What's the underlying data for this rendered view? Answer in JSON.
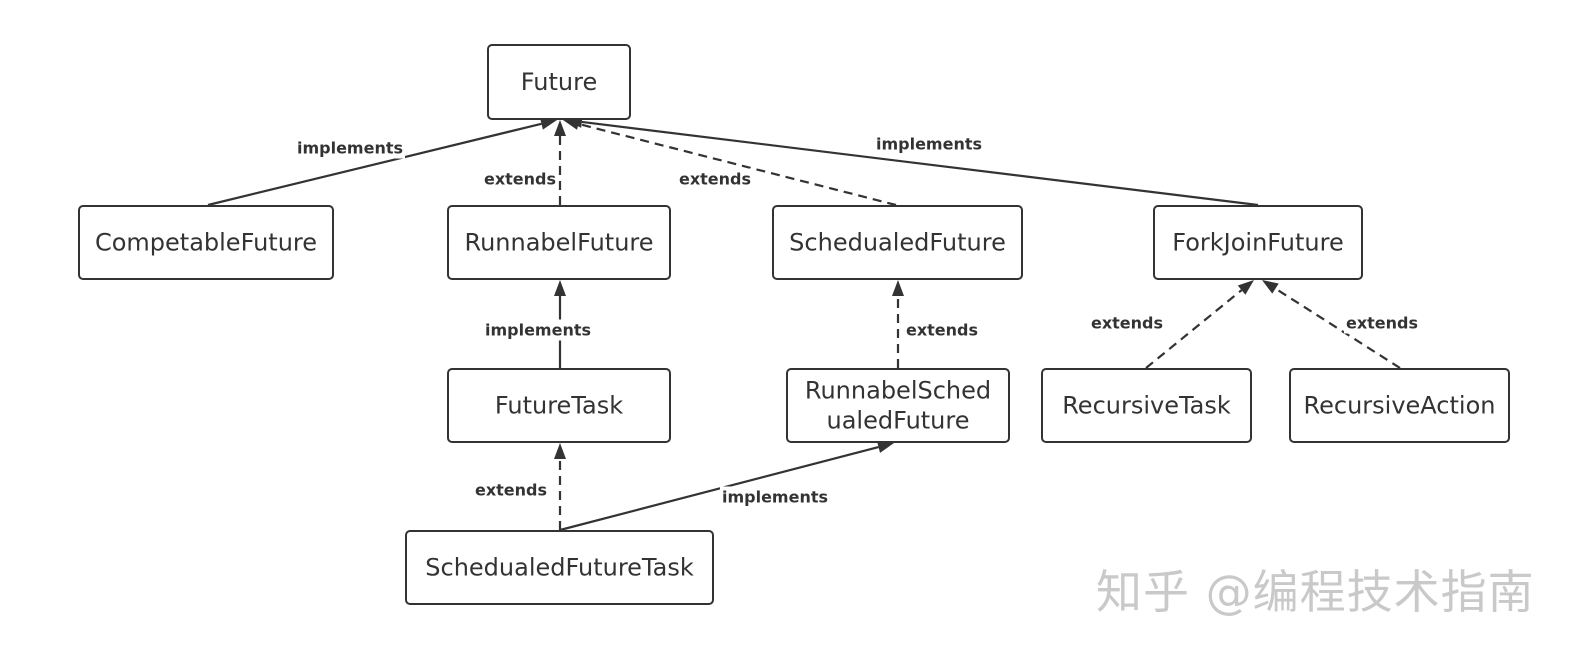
{
  "nodes": [
    {
      "id": "future",
      "lines": [
        "Future"
      ]
    },
    {
      "id": "competable",
      "lines": [
        "CompetableFuture"
      ]
    },
    {
      "id": "runnabel",
      "lines": [
        "RunnabelFuture"
      ]
    },
    {
      "id": "schedualed",
      "lines": [
        "SchedualedFuture"
      ]
    },
    {
      "id": "forkjoin",
      "lines": [
        "ForkJoinFuture"
      ]
    },
    {
      "id": "futuretask",
      "lines": [
        "FutureTask"
      ]
    },
    {
      "id": "runnabelsched",
      "lines": [
        "RunnabelSched",
        "ualedFuture"
      ]
    },
    {
      "id": "recursivetask",
      "lines": [
        "RecursiveTask"
      ]
    },
    {
      "id": "recursiveaction",
      "lines": [
        "RecursiveAction"
      ]
    },
    {
      "id": "schedtask",
      "lines": [
        "SchedualedFutureTask"
      ]
    }
  ],
  "edges": [
    {
      "id": "competable-future",
      "from": "competable",
      "to": "future",
      "type": "solid",
      "label": "implements"
    },
    {
      "id": "runnabel-future",
      "from": "runnabel",
      "to": "future",
      "type": "dashed",
      "label": "extends"
    },
    {
      "id": "schedualed-future",
      "from": "schedualed",
      "to": "future",
      "type": "dashed",
      "label": "extends"
    },
    {
      "id": "forkjoin-future",
      "from": "forkjoin",
      "to": "future",
      "type": "solid",
      "label": "implements"
    },
    {
      "id": "futuretask-runnabel",
      "from": "futuretask",
      "to": "runnabel",
      "type": "solid",
      "label": "implements"
    },
    {
      "id": "runnabelsched-schedualed",
      "from": "runnabelsched",
      "to": "schedualed",
      "type": "dashed",
      "label": "extends"
    },
    {
      "id": "recursivetask-forkjoin",
      "from": "recursivetask",
      "to": "forkjoin",
      "type": "dashed",
      "label": "extends"
    },
    {
      "id": "recursiveaction-forkjoin",
      "from": "recursiveaction",
      "to": "forkjoin",
      "type": "dashed",
      "label": "extends"
    },
    {
      "id": "schedtask-futuretask",
      "from": "schedtask",
      "to": "futuretask",
      "type": "dashed",
      "label": "extends"
    },
    {
      "id": "schedtask-runnabelsched",
      "from": "schedtask",
      "to": "runnabelsched",
      "type": "solid",
      "label": "implements"
    }
  ],
  "watermark": {
    "text": "知乎 @编程技术指南"
  }
}
